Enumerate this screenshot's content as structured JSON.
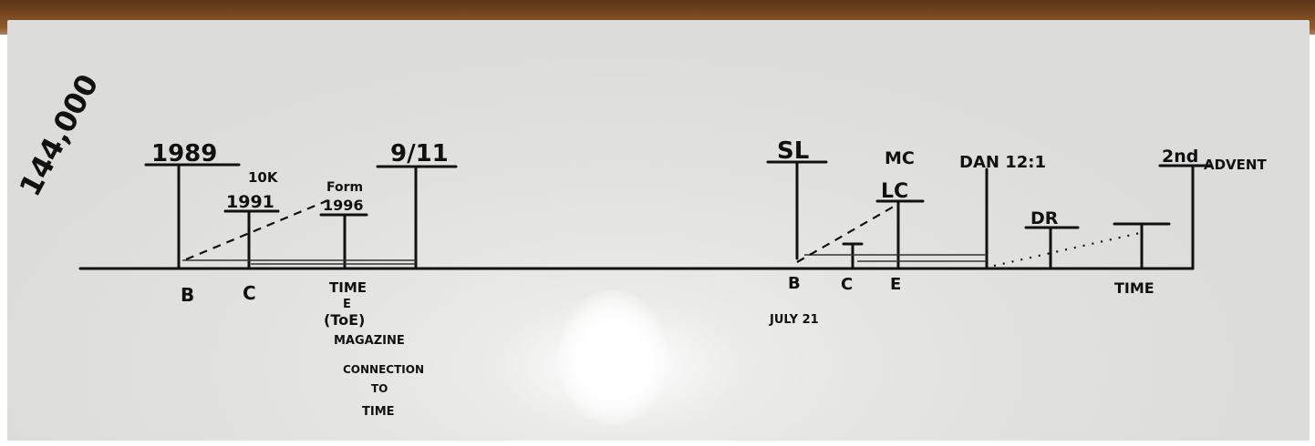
{
  "board": {
    "side_number": "144,000"
  },
  "left_timeline": {
    "marker_1989": "1989",
    "marker_1991_note": "10K",
    "marker_1991": "1991",
    "marker_1996_note": "Form",
    "marker_1996": "1996",
    "marker_911": "9/11",
    "label_b": "B",
    "label_c": "C",
    "label_time": "TIME",
    "label_e": "E",
    "label_toe": "(ToE)",
    "label_magazine": "MAGAZINE",
    "label_connection": "CONNECTION",
    "label_to": "TO",
    "label_time2": "TIME"
  },
  "right_timeline": {
    "marker_sl": "SL",
    "marker_mc": "MC",
    "marker_lc": "LC",
    "marker_dan": "DAN 12:1",
    "marker_dr": "DR",
    "marker_advent_ordinal": "2nd",
    "marker_advent": "ADVENT",
    "label_b": "B",
    "label_c": "C",
    "label_e": "E",
    "label_july": "JULY 21",
    "label_time": "TIME"
  }
}
